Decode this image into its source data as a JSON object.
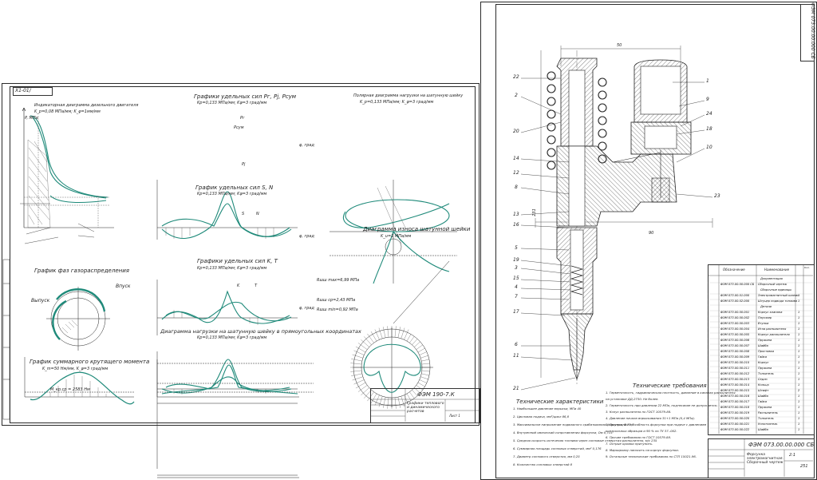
{
  "left_sheet": {
    "stamp": "Х1-01/",
    "indicator_title": "Индикаторная диаграмма дизельного двигателя",
    "indicator_scale": "K_p=0,08 МПа/мм; K_φ=1мм/мм",
    "p_axis": "P, МПа",
    "valve_timing_title": "График фаз газораспределения",
    "intake_label": "Впуск",
    "exhaust_label": "Выпуск",
    "torque_title": "График суммарного крутящего момента",
    "torque_scale": "K_m=50 Нм/мм, K_φ=3 град/мм",
    "torque_mean": "M_кр.ср = 2583 Нм",
    "force_title": "Графики удельных сил Pг, Pj, Pсум",
    "force_scale": "Kp=0,133 МПа/мм; Kφ=3 град/мм",
    "force_labels": [
      "Pг",
      "Pсум",
      "Pj"
    ],
    "sn_title": "График удельных сил S, N",
    "sn_scale": "Kp=0,133 МПа/мм; Kφ=3 град/мм",
    "sn_labels": [
      "S",
      "N"
    ],
    "kt_title": "Графики удельных сил K, T",
    "kt_scale": "Kp=0,133 МПа/мм; Kφ=3 град/мм",
    "kt_labels": [
      "K",
      "T"
    ],
    "rect_title": "Диаграмма нагрузки на шатунную шейку в прямоугольных координатах",
    "rect_scale": "Kp=0,133 МПа/мм; Kφ=3 град/мм",
    "rect_values": [
      "Rшш max=6,99 МПа",
      "Rшш cp=2,43 МПа",
      "Rшш min=0,92 МПа"
    ],
    "polar_title": "Полярная диаграмма нагрузки на шатунную шейку",
    "polar_scale": "K_p=0,133 МПа/мм; K_φ=3 град/мм",
    "wear_title": "Диаграмма износа шатунной шейки",
    "wear_scale": "K_u=1 МПа/мм",
    "grad": "φ, град",
    "title_block": {
      "stamp": "ФЭМ 190-7.К",
      "name": "Графики теплового и динамического расчетов",
      "sheet": "Лист 1"
    }
  },
  "right_sheet": {
    "rot_stamp": "ФЭМ 073.00.00.000 СБ",
    "callouts_left": [
      "22",
      "2",
      "20",
      "14",
      "12",
      "8",
      "13",
      "16",
      "5",
      "19",
      "3",
      "15",
      "4",
      "7",
      "17",
      "6",
      "11",
      "21"
    ],
    "callouts_right": [
      "1",
      "9",
      "24",
      "18",
      "10",
      "23"
    ],
    "dims": [
      "50",
      "90",
      "231"
    ],
    "tech_chars_title": "Технические характеристики",
    "tech_chars": [
      "1. Наибольшее давление впрыска, МПа  40",
      "2. Цикловая подача, мм³/цикл  86,8",
      "3. Максимальное напряжение подвижного срабатывания форсунки, В  70,7",
      "4. Внутренний омический сопротивления форсунки, Ом  0,715",
      "5. Средняя скорость истечения топлива через сопловые отверстия распылителя, м/с  235",
      "6. Суммарная площадь сопловых отверстий, мм²  0,176",
      "7. Диаметр соплового отверстия, мм  0,25",
      "8. Количество сопловых отверстий  8"
    ],
    "tech_req_title": "Технические требования",
    "tech_req": [
      "1. Герметичность, гидравлическая плотность, давление в каналах распылителя",
      "   на установке ДД-2730. Не более.",
      "2. Герметичность при давлении 22 МПа, подтекание не допускается.",
      "3. Конус распылителя по ГОСТ 10579-88.",
      "4. Давление начала впрыскивания 31+1 МПа (0,4 МПа).",
      "5. Пропускная способность форсунки при подаче с давлением",
      "   контрольных образцов и 90 % по ТУ 37.-002.",
      "6. Прочие требования по ГОСТ 10579-88.",
      "7. Острые кромки притупить.",
      "8. Маркировку наносить на корпус форсунки.",
      "9. Остальные технические требования по СТП 15021-96."
    ],
    "spec_headers": [
      "Обозначение",
      "Наименование",
      "Кол."
    ],
    "spec_section_docs": "Документация",
    "spec_doc": "ФЭМ 073.00.00.000 СБ",
    "spec_doc_name": "Сборочный чертеж",
    "spec_section_units": "Сборочные единицы",
    "spec_units": [
      [
        "ФЭМ 073.00.01.000",
        "Электромагнитный клапан",
        "1"
      ],
      [
        "ФЭМ 073.00.02.000",
        "Штуцер подвода топлива",
        "1"
      ]
    ],
    "spec_section_parts": "Детали",
    "spec_parts": [
      [
        "ФЭМ 073.00.00.001",
        "Корпус клапана",
        "1"
      ],
      [
        "ФЭМ 073.00.00.002",
        "Плунжер",
        "1"
      ],
      [
        "ФЭМ 073.00.00.003",
        "Втулка",
        "1"
      ],
      [
        "ФЭМ 073.00.00.004",
        "Игла распылителя",
        "1"
      ],
      [
        "ФЭМ 073.00.00.005",
        "Корпус распылителя",
        "1"
      ],
      [
        "ФЭМ 073.00.00.006",
        "Пружина",
        "1"
      ],
      [
        "ФЭМ 073.00.00.007",
        "Шайба",
        "1"
      ],
      [
        "ФЭМ 073.00.00.008",
        "Проставка",
        "1"
      ],
      [
        "ФЭМ 073.00.00.009",
        "Гайка",
        "1"
      ],
      [
        "ФЭМ 073.00.00.010",
        "Корпус",
        "1"
      ],
      [
        "ФЭМ 073.00.00.011",
        "Пружина",
        "1"
      ],
      [
        "ФЭМ 073.00.00.012",
        "Толкатель",
        "1"
      ],
      [
        "ФЭМ 073.00.00.013",
        "Седло",
        "1"
      ],
      [
        "ФЭМ 073.00.00.014",
        "Кольцо",
        "1"
      ],
      [
        "ФЭМ 073.00.00.015",
        "Штифт",
        "2"
      ],
      [
        "ФЭМ 073.00.00.016",
        "Шайба",
        "1"
      ],
      [
        "ФЭМ 073.00.00.017",
        "Гайка",
        "1"
      ],
      [
        "ФЭМ 073.00.00.018",
        "Пружина",
        "1"
      ],
      [
        "ФЭМ 073.00.00.019",
        "Распылитель",
        "1"
      ],
      [
        "ФЭМ 073.00.00.020",
        "Толкатель",
        "1"
      ],
      [
        "ФЭМ 073.00.00.021",
        "Уплотнитель",
        "1"
      ],
      [
        "ФЭМ 073.00.00.022",
        "Шайба",
        "1"
      ]
    ],
    "title_block": {
      "stamp": "ФЭМ 073.00.00.000 СБ",
      "name": "Форсунка электромагнитная. Сборочный чертеж",
      "scale": "2:1",
      "sheet": "251"
    }
  }
}
